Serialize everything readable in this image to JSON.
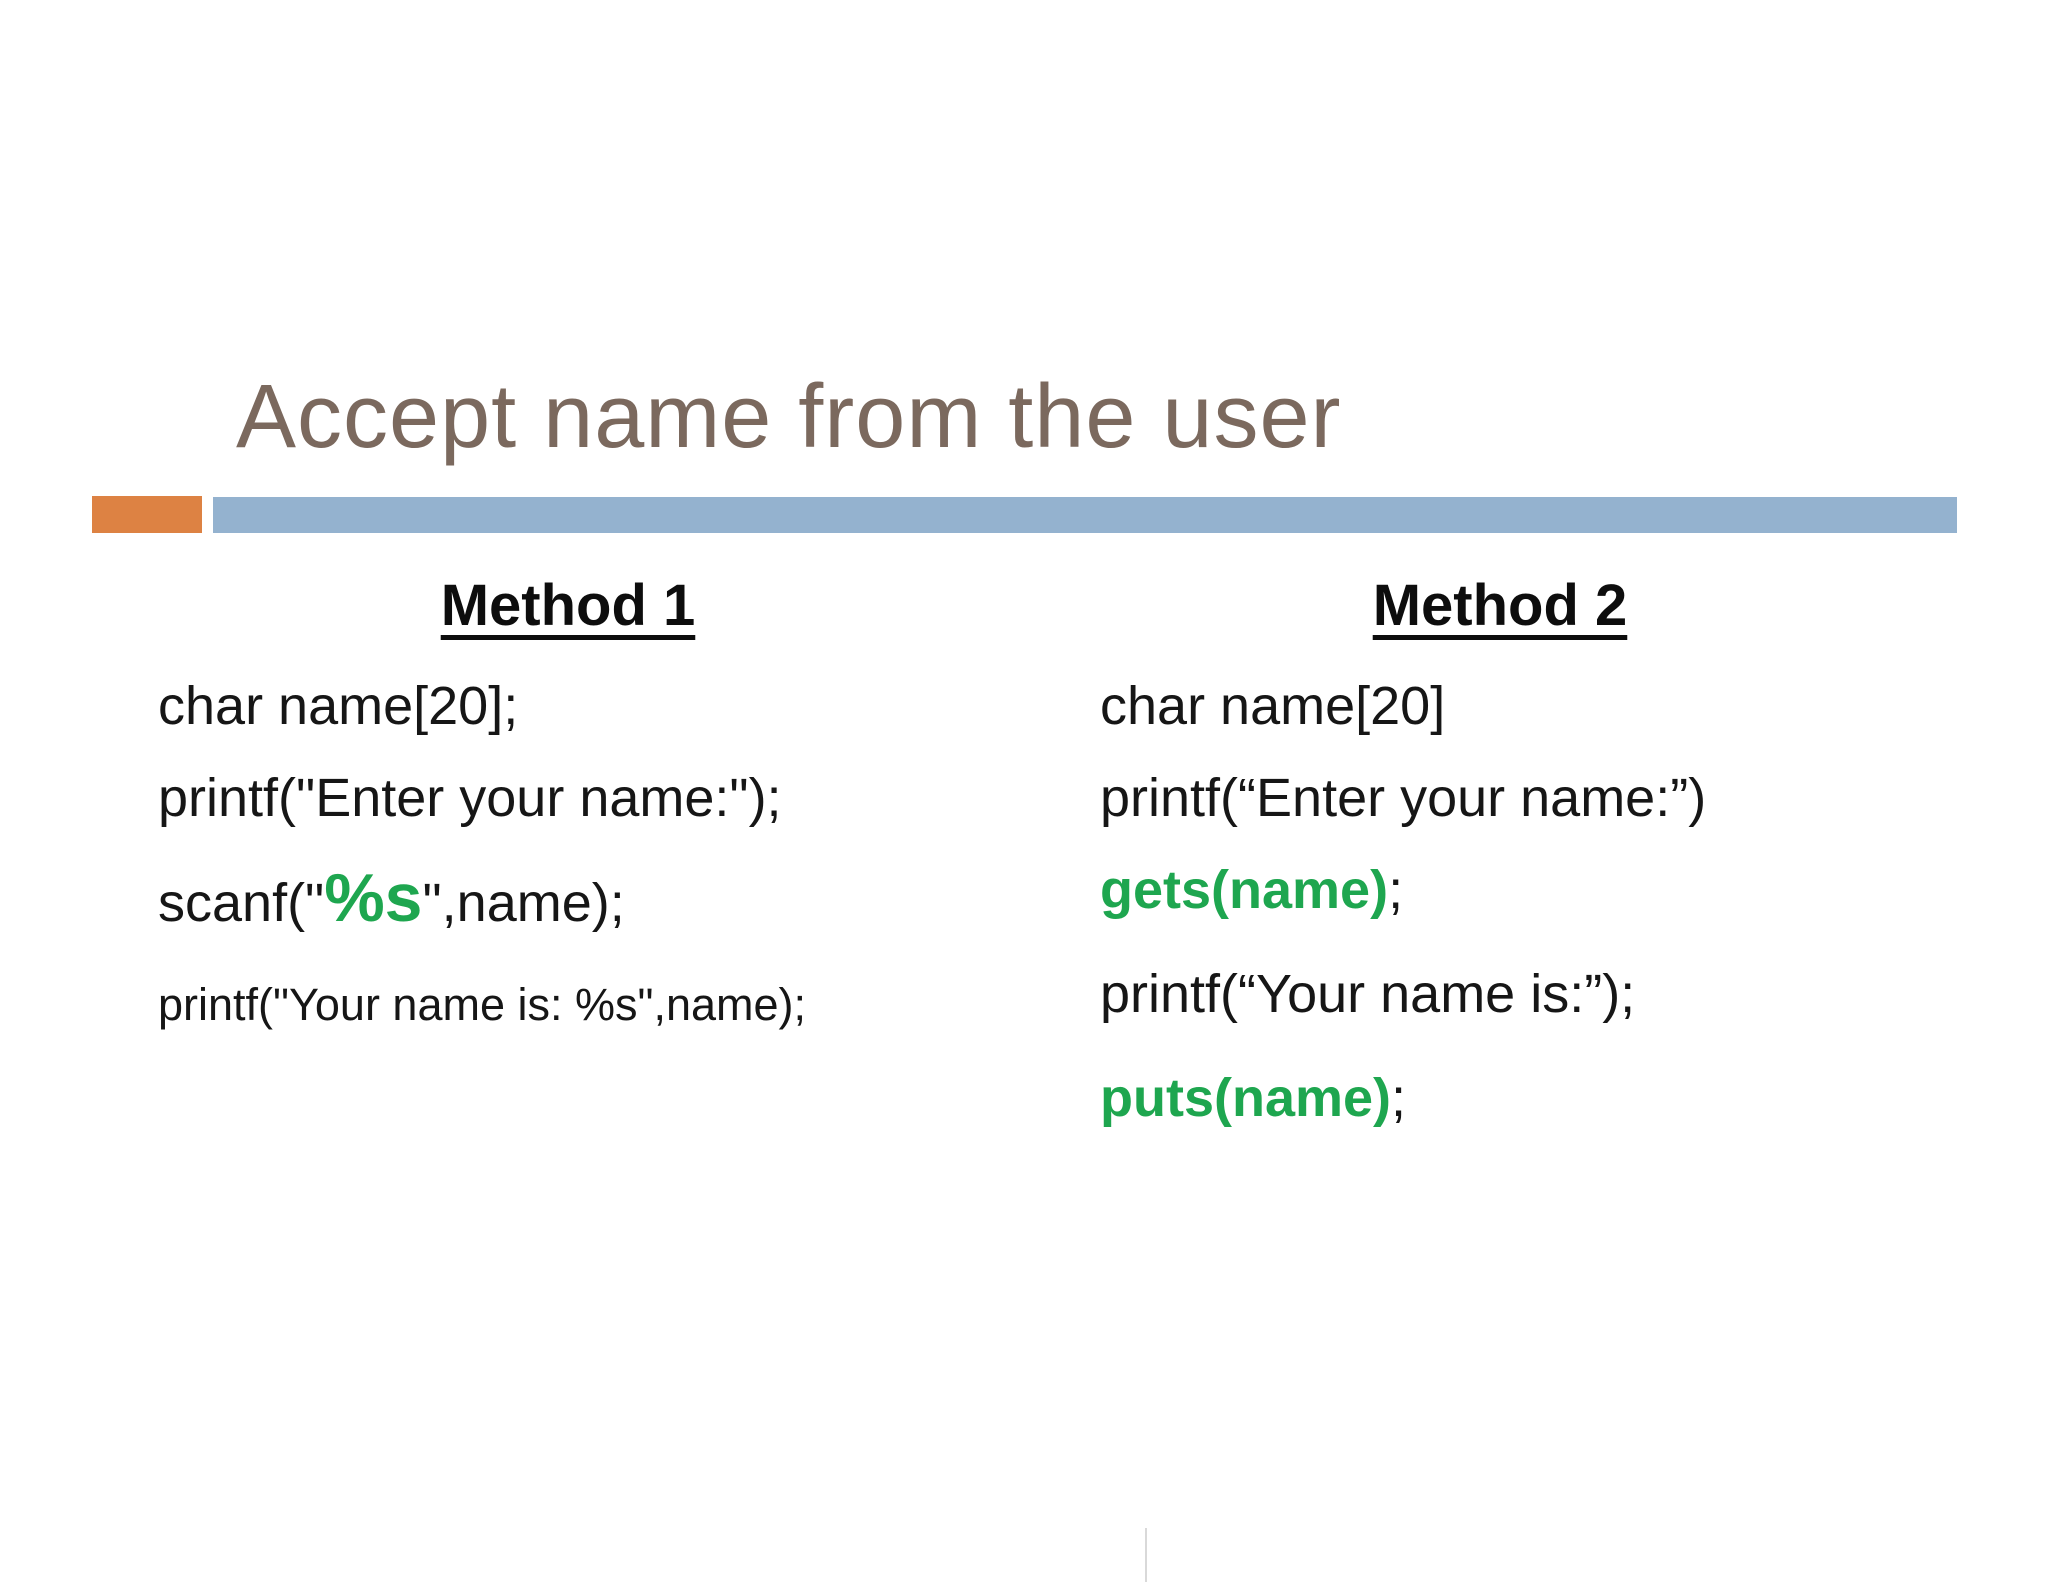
{
  "slide": {
    "title": "Accept name from the user",
    "colors": {
      "title_text": "#7b695e",
      "accent_orange": "#dd8243",
      "accent_blue": "#94b2cf",
      "code_text": "#161616",
      "highlight_green": "#1ea64f"
    }
  },
  "method1": {
    "heading": "Method 1",
    "line1": "char name[20];",
    "line2": "printf(\"Enter your name:\");",
    "line3_before": "scanf(\"",
    "line3_highlight": "%s",
    "line3_after": "\",name);",
    "line4": "printf(\"Your name is: %s\",name);"
  },
  "method2": {
    "heading": "Method 2",
    "line1": "char name[20]",
    "line2": "printf(“Enter your name:”)",
    "line3_highlight": "gets(name)",
    "line3_after": ";",
    "line4": "printf(“Your name is:”);",
    "line5_highlight": "puts(name)",
    "line5_after": ";"
  }
}
